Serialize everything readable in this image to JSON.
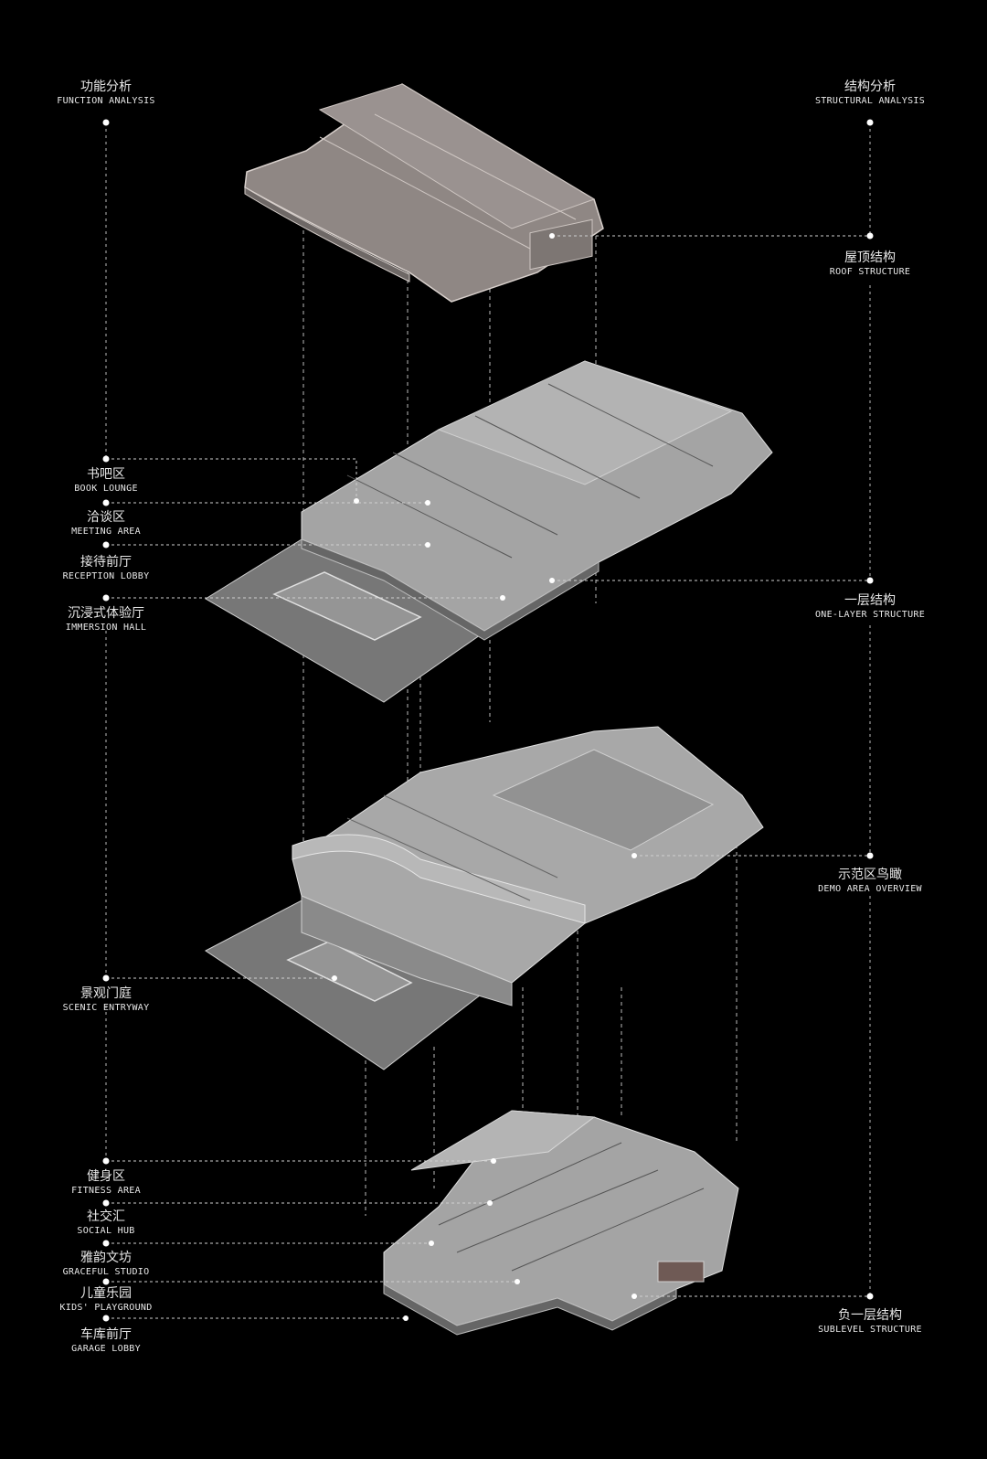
{
  "left_title": {
    "zh": "功能分析",
    "en": "FUNCTION ANALYSIS"
  },
  "right_title": {
    "zh": "结构分析",
    "en": "STRUCTURAL ANALYSIS"
  },
  "left_labels": [
    {
      "zh": "书吧区",
      "en": "BOOK LOUNGE"
    },
    {
      "zh": "洽谈区",
      "en": "MEETING AREA"
    },
    {
      "zh": "接待前厅",
      "en": "RECEPTION LOBBY"
    },
    {
      "zh": "沉浸式体验厅",
      "en": "IMMERSION HALL"
    },
    {
      "zh": "景观门庭",
      "en": "SCENIC ENTRYWAY"
    },
    {
      "zh": "健身区",
      "en": "FITNESS AREA"
    },
    {
      "zh": "社交汇",
      "en": "SOCIAL HUB"
    },
    {
      "zh": "雅韵文坊",
      "en": "GRACEFUL STUDIO"
    },
    {
      "zh": "儿童乐园",
      "en": "KIDS' PLAYGROUND"
    },
    {
      "zh": "车库前厅",
      "en": "GARAGE LOBBY"
    }
  ],
  "right_labels": [
    {
      "zh": "屋顶结构",
      "en": "ROOF STRUCTURE"
    },
    {
      "zh": "一层结构",
      "en": "ONE-LAYER STRUCTURE"
    },
    {
      "zh": "示范区鸟瞰",
      "en": "DEMO AREA OVERVIEW"
    },
    {
      "zh": "负一层结构",
      "en": "SUBLEVEL STRUCTURE"
    }
  ],
  "colors": {
    "background": "#000000",
    "text": "#e8e8e8",
    "roof_fill": "#8f8784",
    "model_fill": "#a4a4a4",
    "line": "#ffffff"
  }
}
